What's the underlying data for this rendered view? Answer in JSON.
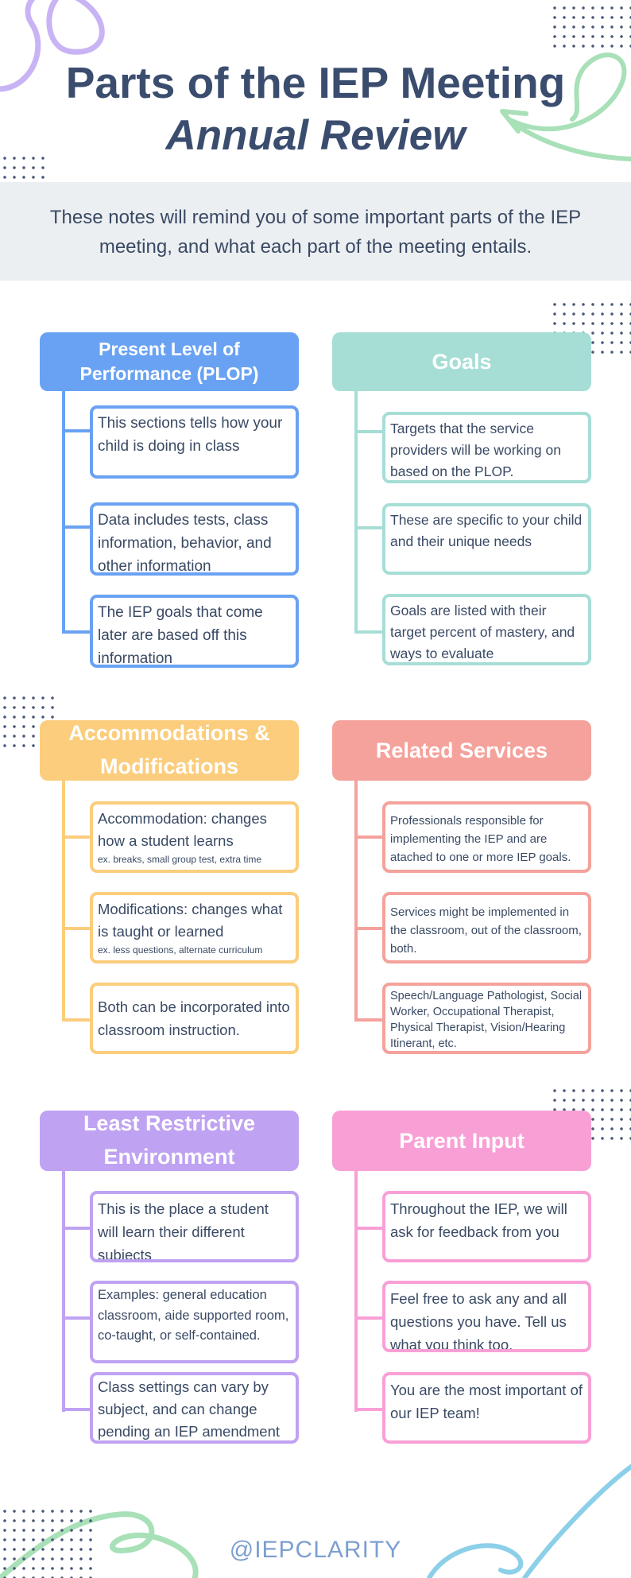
{
  "header": {
    "title_line1": "Parts of the IEP Meeting",
    "title_line2": "Annual Review"
  },
  "intro": "These notes will remind you of some important parts of the IEP meeting, and what each part of the meeting entails.",
  "colors": {
    "plop": "#6aa2f3",
    "goals": "#a6ded6",
    "accommodations": "#fbcd7c",
    "related_services": "#f4a29b",
    "lre": "#bfa2f2",
    "parent_input": "#f8a0d6",
    "title": "#3b4d6e",
    "footer": "#7d9fd1"
  },
  "sections": {
    "plop": {
      "title": "Present Level of Performance (PLOP)",
      "items": [
        {
          "text": "This sections tells how your child is doing in class"
        },
        {
          "text": "Data includes tests, class information, behavior, and other information"
        },
        {
          "text": "The IEP goals that come later are based off this information"
        }
      ]
    },
    "goals": {
      "title": "Goals",
      "items": [
        {
          "text": "Targets that the service providers will be working on based on the PLOP."
        },
        {
          "text": "These are specific to your child and their unique needs"
        },
        {
          "text": "Goals are listed with their target percent of mastery, and ways to evaluate"
        }
      ]
    },
    "accommodations": {
      "title": "Accommodations & Modifications",
      "items": [
        {
          "text": "Accommodation: changes how a student learns",
          "example": "ex. breaks, small group test, extra time"
        },
        {
          "text": "Modifications: changes what is taught or learned",
          "example": "ex. less questions, alternate curriculum"
        },
        {
          "text": "Both can be incorporated into classroom instruction."
        }
      ]
    },
    "related_services": {
      "title": "Related Services",
      "items": [
        {
          "text": "Professionals responsible for implementing the IEP and are atached to one or more IEP goals."
        },
        {
          "text": "Services might be implemented in the classroom, out of the classroom, both."
        },
        {
          "text": "Speech/Language Pathologist, Social Worker, Occupational Therapist, Physical Therapist, Vision/Hearing Itinerant, etc."
        }
      ]
    },
    "lre": {
      "title": "Least Restrictive Environment",
      "items": [
        {
          "text": "This is the place a student will learn their different subjects"
        },
        {
          "text": "Examples:  general education classroom, aide supported room, co-taught, or self-contained."
        },
        {
          "text": "Class settings can vary by subject, and can change pending an IEP amendment"
        }
      ]
    },
    "parent_input": {
      "title": "Parent Input",
      "items": [
        {
          "text": "Throughout the IEP, we will ask for feedback from you"
        },
        {
          "text": "Feel free to ask any and all questions you have. Tell us what you think too."
        },
        {
          "text": "You are the most important of our IEP team!"
        }
      ]
    }
  },
  "footer": "@IEPCLARITY"
}
